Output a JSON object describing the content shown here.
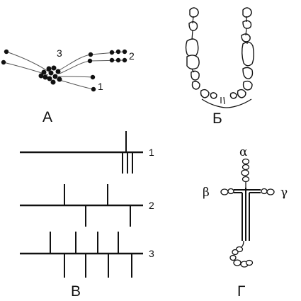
{
  "panels": {
    "a": {
      "label": "А",
      "branch_labels": [
        "3",
        "2",
        "1"
      ]
    },
    "b": {
      "label": "Б"
    },
    "c": {
      "label": "В",
      "row_labels": [
        "1",
        "2",
        "3"
      ]
    },
    "d": {
      "label": "Г",
      "greek": [
        "α",
        "β",
        "γ"
      ]
    }
  },
  "colors": {
    "ink": "#111111",
    "thread": "#555555",
    "bead_fill": "#ffffff"
  }
}
